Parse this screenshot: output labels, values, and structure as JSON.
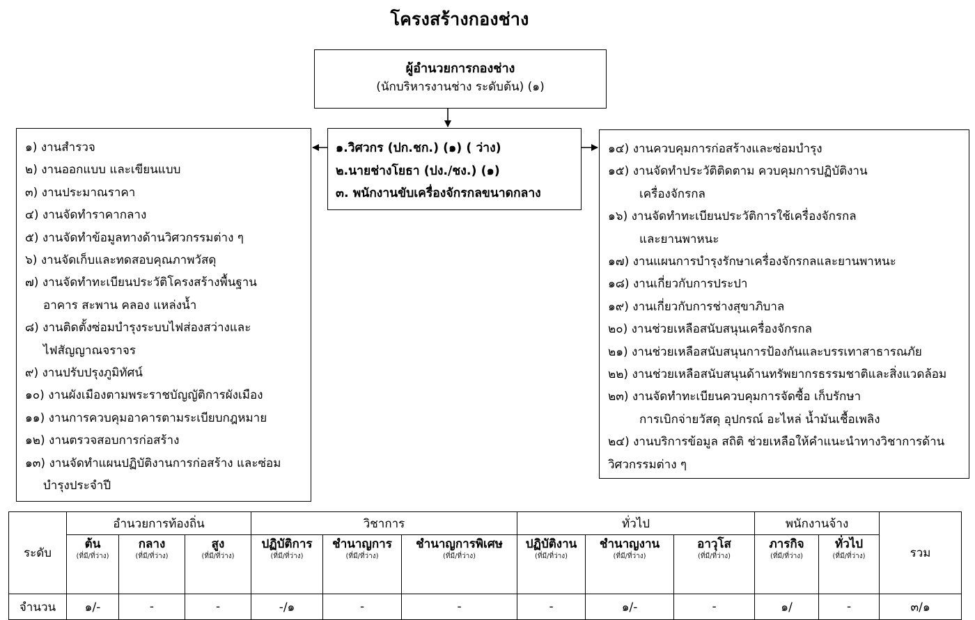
{
  "title": "โครงสร้างกองช่าง",
  "director": {
    "name": "ผู้อำนวยการกองช่าง",
    "position": "(นักบริหารงานช่าง ระดับต้น) (๑)"
  },
  "staff": [
    "๑.วิศวกร (ปก.ชก.) (๑) ( ว่าง)",
    "๒.นายช่างโยธา (ปง./ชง.) (๑)",
    "๓. พนักงานขับเครื่องจักรกลขนาดกลาง"
  ],
  "left_tasks": [
    "๑) งานสำรวจ",
    "๒) งานออกแบบ และเขียนแบบ",
    "๓) งานประมาณราคา",
    "๔) งานจัดทำราคากลาง",
    "๕) งานจัดทำข้อมูลทางด้านวิศวกรรมต่าง ๆ",
    "๖) งานจัดเก็บและทดสอบคุณภาพวัสดุ",
    "๗) งานจัดทำทะเบียนประวัติโครงสร้างพื้นฐาน",
    "อาคาร สะพาน คลอง แหล่งน้ำ",
    "๘) งานติดตั้งซ่อมบำรุงระบบไฟส่องสว่างและ",
    "ไฟสัญญาณจราจร",
    "๙) งานปรับปรุงภูมิทัศน์",
    "๑๐) งานผังเมืองตามพระราชบัญญัติการผังเมือง",
    "๑๑) งานการควบคุมอาคารตามระเบียบกฎหมาย",
    "๑๒) งานตรวจสอบการก่อสร้าง",
    "๑๓) งานจัดทำแผนปฏิบัติงานการก่อสร้าง และซ่อม",
    "บำรุงประจำปี"
  ],
  "right_tasks": [
    "๑๔) งานควบคุมการก่อสร้างและซ่อมบำรุง",
    "๑๕) งานจัดทำประวัติติดตาม ควบคุมการปฏิบัติงาน",
    "เครื่องจักรกล",
    "๑๖) งานจัดทำทะเบียนประวัติการใช้เครื่องจักรกล",
    "และยานพาหนะ",
    "๑๗) งานแผนการบำรุงรักษาเครื่องจักรกลและยานพาหนะ",
    "๑๘) งานเกี่ยวกับการประปา",
    "๑๙) งานเกี่ยวกับการช่างสุขาภิบาล",
    "๒๐) งานช่วยเหลือสนับสนุนเครื่องจักรกล",
    "๒๑) งานช่วยเหลือสนับสนุนการป้องกันและบรรเทาสาธารณภัย",
    "๒๒) งานช่วยเหลือสนับสนุนด้านทรัพยากรธรรมชาติและสิ่งแวดล้อม",
    "๒๓) งานจัดทำทะเบียนควบคุมการจัดซื้อ เก็บรักษา",
    "การเบิกจ่ายวัสดุ อุปกรณ์ อะไหล่ น้ำมันเชื้อเพลิง",
    "๒๔) งานบริการข้อมูล สถิติ ช่วยเหลือให้คำแนะนำทางวิชาการด้าน",
    "วิศวกรรมต่าง ๆ"
  ],
  "table": {
    "level_header": "ระดับ",
    "total_header": "รวม",
    "groups": [
      "อำนวยการท้องถิ่น",
      "วิชาการ",
      "ทั่วไป",
      "พนักงานจ้าง"
    ],
    "subheaders": [
      "ต้น",
      "กลาง",
      "สูง",
      "ปฏิบัติการ",
      "ชำนาญการ",
      "ชำนาญการพิเศษ",
      "ปฏิบัติงาน",
      "ชำนาญงาน",
      "อาวุโส",
      "ภารกิจ",
      "ทั่วไป"
    ],
    "sub_note": "(ที่มี/ที่ว่าง)",
    "count_label": "จำนวน",
    "counts": [
      "๑/-",
      "-",
      "-",
      "-/๑",
      "-",
      "-",
      "-",
      "๑/-",
      "-",
      "๑/",
      "-"
    ],
    "total": "๓/๑"
  }
}
